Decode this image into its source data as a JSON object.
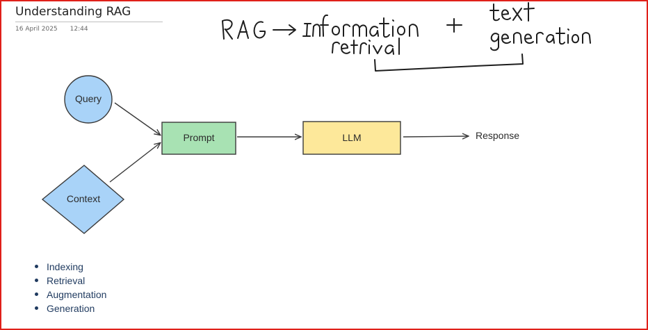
{
  "page": {
    "title": "Understanding RAG",
    "date": "16 April 2025",
    "time": "12:44"
  },
  "handwritten_note": {
    "left": "RAG",
    "term1": "Information retrieval",
    "plus": "+",
    "term2": "text generation"
  },
  "diagram": {
    "query": "Query",
    "context": "Context",
    "prompt": "Prompt",
    "llm": "LLM",
    "response": "Response",
    "colors": {
      "query_fill": "#a9d3f8",
      "context_fill": "#a9d3f8",
      "prompt_fill": "#a8e2b3",
      "llm_fill": "#fde89a",
      "stroke": "#3a3a3a"
    }
  },
  "steps": [
    "Indexing",
    "Retrieval",
    "Augmentation",
    "Generation"
  ]
}
